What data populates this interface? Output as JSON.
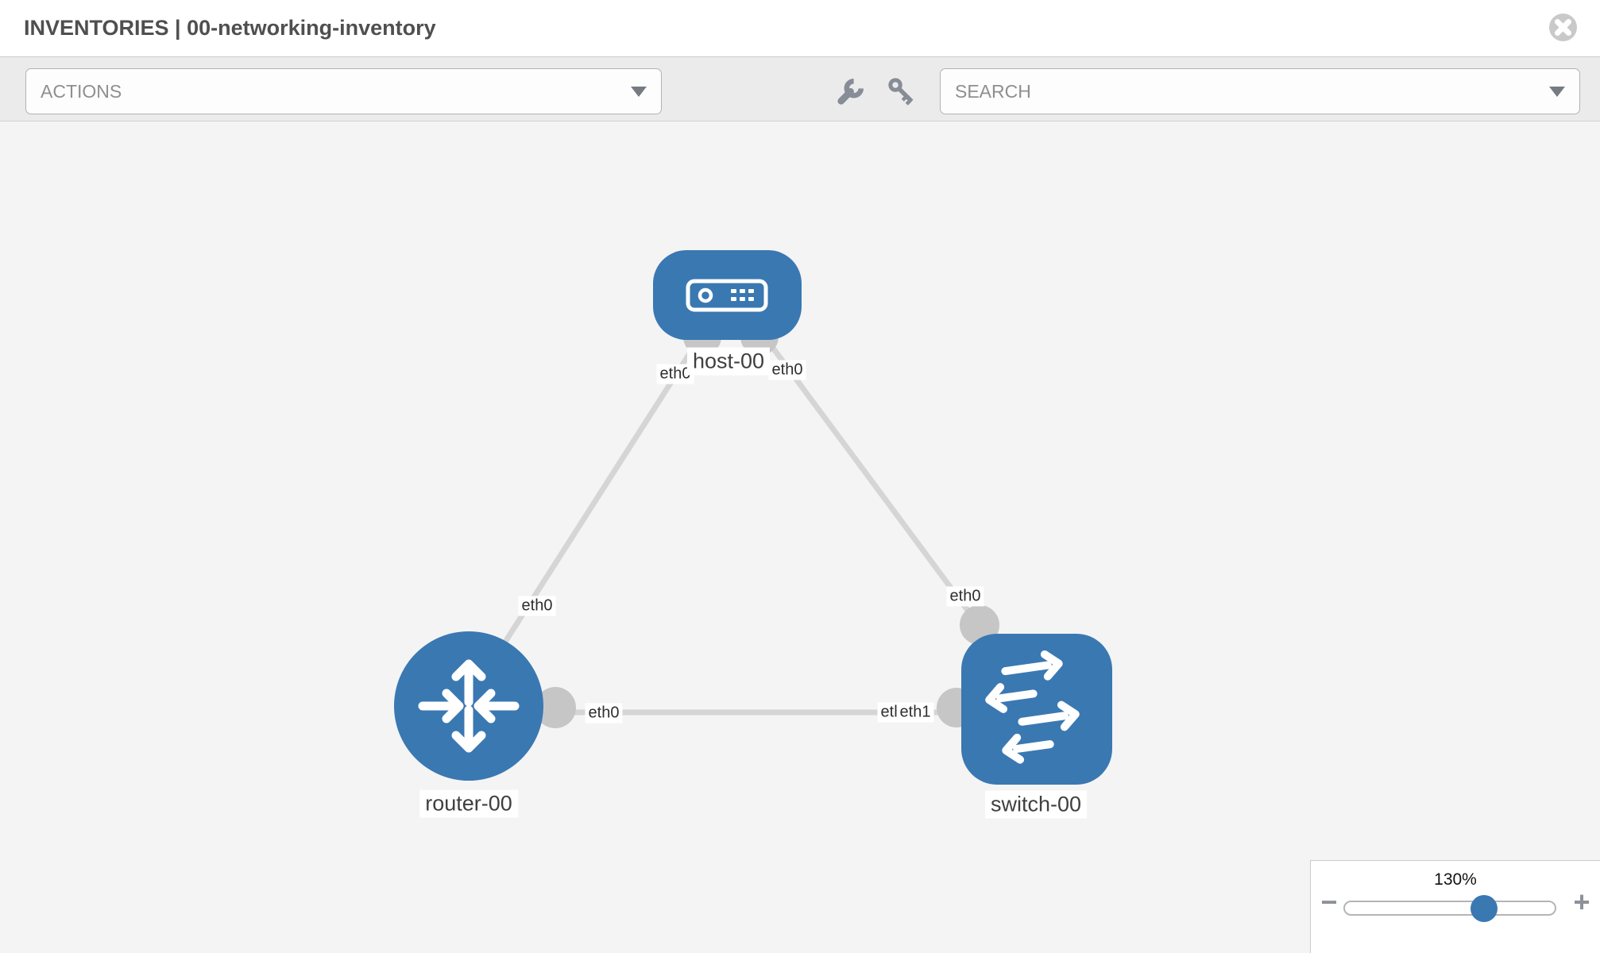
{
  "header": {
    "title": "INVENTORIES | 00-networking-inventory"
  },
  "toolbar": {
    "actions_dropdown": {
      "placeholder": "ACTIONS"
    },
    "search_dropdown": {
      "placeholder": "SEARCH"
    },
    "tools": [
      {
        "icon": "wrench-icon"
      },
      {
        "icon": "key-icon"
      }
    ]
  },
  "topology": {
    "nodes": [
      {
        "id": "host-00",
        "type": "host",
        "label": "host-00"
      },
      {
        "id": "router-00",
        "type": "router",
        "label": "router-00"
      },
      {
        "id": "switch-00",
        "type": "switch",
        "label": "switch-00"
      }
    ],
    "links": [
      {
        "from": "host-00",
        "to": "router-00",
        "from_interface": "eth0",
        "to_interface": "eth0"
      },
      {
        "from": "host-00",
        "to": "switch-00",
        "from_interface": "eth0",
        "to_interface": "eth0"
      },
      {
        "from": "router-00",
        "to": "switch-00",
        "from_interface": "eth0",
        "to_interfaces": [
          "eth0",
          "eth1"
        ]
      }
    ]
  },
  "zoom_control": {
    "level": "130%",
    "value": 130,
    "minus_label": "−",
    "plus_label": "+"
  },
  "colors": {
    "node_blue": "#3a78b2",
    "link_gray": "#d5d5d5",
    "endpoint_gray": "#c6c6c6",
    "toolbar_bg": "#ebebeb",
    "canvas_bg": "#f4f4f4"
  }
}
